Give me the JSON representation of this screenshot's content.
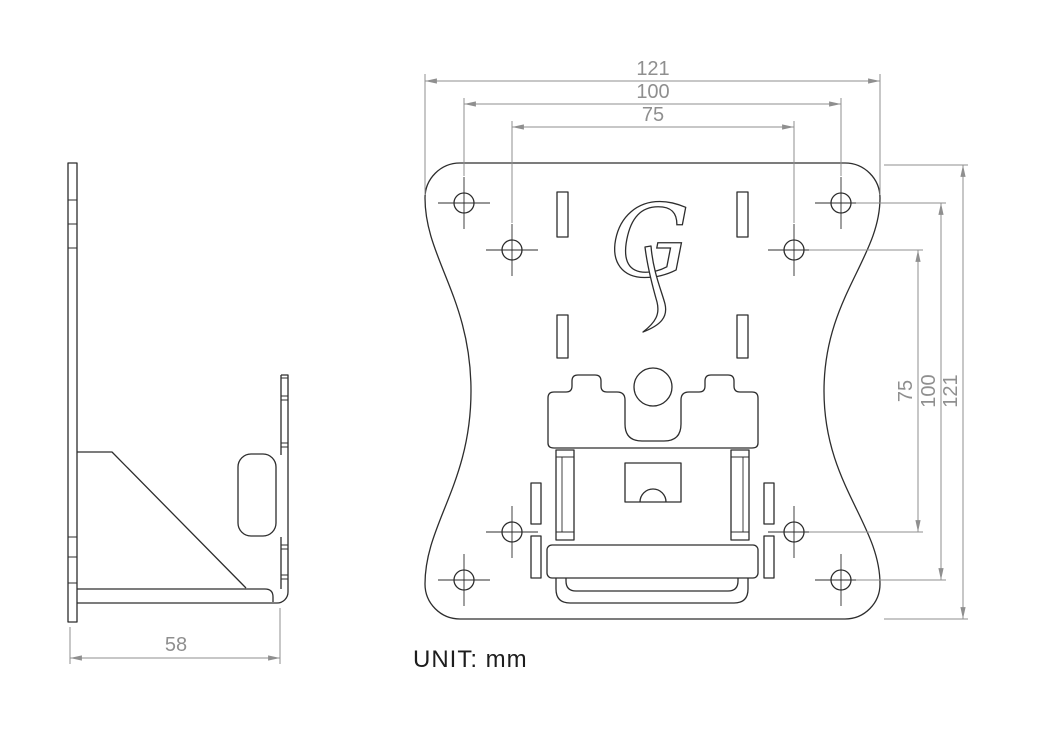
{
  "drawing": {
    "unit_label": "UNIT: mm",
    "logo_letter": "G",
    "colors": {
      "geometry": "#2d2d2d",
      "dimension": "#8f8f8f",
      "label_text": "#1d1d1d",
      "background": "#ffffff"
    },
    "front_view": {
      "dims_top": [
        {
          "label": "121"
        },
        {
          "label": "100"
        },
        {
          "label": "75"
        }
      ],
      "dims_right": [
        {
          "label": "75"
        },
        {
          "label": "100"
        },
        {
          "label": "121"
        }
      ]
    },
    "side_view": {
      "dims_bottom": [
        {
          "label": "58"
        }
      ]
    }
  }
}
